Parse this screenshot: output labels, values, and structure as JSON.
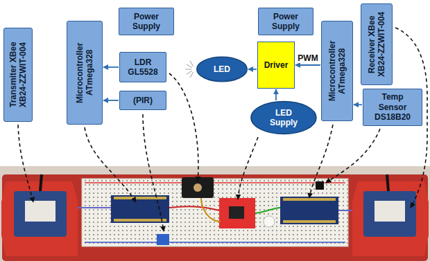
{
  "diagram": {
    "nodes": [
      {
        "text": [
          "Transmiter XBee",
          "XB24-ZZWIT-004"
        ]
      },
      {
        "text": [
          "Microcontroller",
          "ATmega328"
        ]
      },
      {
        "text": [
          "Power Supply"
        ]
      },
      {
        "text": [
          "LDR",
          "GL5528"
        ]
      },
      {
        "text": [
          "(PIR)"
        ]
      },
      {
        "text": [
          "LED"
        ]
      },
      {
        "text": [
          "Power Supply"
        ]
      },
      {
        "text": [
          "Driver"
        ]
      },
      {
        "text": [
          "LED Supply"
        ]
      },
      {
        "text": [
          "Microcontroller",
          "ATmega328"
        ]
      },
      {
        "text": [
          "Receiver XBee",
          "XB24-ZZWIT-004"
        ]
      },
      {
        "text": [
          "Temp Sensor",
          "DS18B20"
        ]
      }
    ],
    "edges": [
      {
        "from": 3,
        "to": 1,
        "arrow": "to"
      },
      {
        "from": 4,
        "to": 1,
        "arrow": "to"
      },
      {
        "from": 7,
        "to": 5,
        "arrow": "to"
      },
      {
        "from": 8,
        "to": 7,
        "arrow": "to"
      },
      {
        "from": 9,
        "to": 7,
        "label": "PWM",
        "arrow": "to"
      },
      {
        "from": 11,
        "to": 9,
        "arrow": "to"
      }
    ]
  }
}
